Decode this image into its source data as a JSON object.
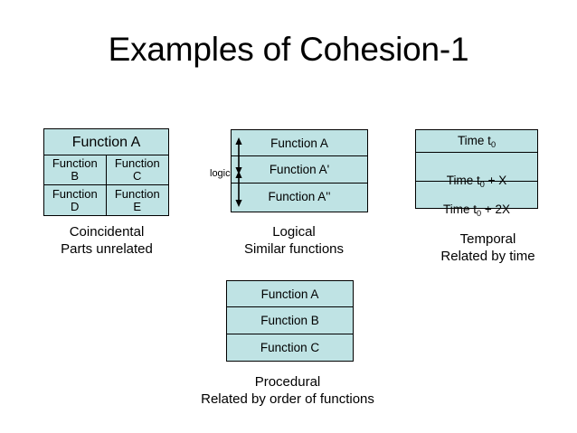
{
  "slide": {
    "title": "Examples of Cohesion-1",
    "background_color": "#ffffff",
    "box_fill_color": "#bfe3e4",
    "box_border_color": "#000000",
    "text_color": "#000000"
  },
  "diagrams": [
    {
      "id": "coincidental",
      "layout": "header-plus-2x2-grid",
      "header": "Function A",
      "cells": [
        [
          "Function\nB",
          "Function\nC"
        ],
        [
          "Function\nD",
          "Function\nE"
        ]
      ],
      "caption_title": "Coincidental",
      "caption_subtitle": "Parts unrelated",
      "caption": "Coincidental\nParts unrelated"
    },
    {
      "id": "logical",
      "layout": "stacked-rows-with-arrows",
      "rows": [
        "Function A",
        "Function A'",
        "Function A''"
      ],
      "annotation_label": "logic",
      "arrows": [
        "double-headed-vertical",
        "double-headed-vertical"
      ],
      "caption_title": "Logical",
      "caption_subtitle": "Similar functions",
      "caption": "Logical\nSimilar functions"
    },
    {
      "id": "temporal",
      "layout": "stacked-rows",
      "rows_html": [
        "Time t<sub>0</sub>",
        "Time t<sub>0</sub> + X",
        "Time t<sub>0</sub> + 2X"
      ],
      "rows_text": [
        "Time t0",
        "Time t0 + X",
        "Time t0 + 2X"
      ],
      "caption_title": "Temporal",
      "caption_subtitle": "Related by time",
      "caption": "Temporal\nRelated by time"
    },
    {
      "id": "procedural",
      "layout": "stacked-rows",
      "rows": [
        "Function A",
        "Function B",
        "Function C"
      ],
      "caption_title": "Procedural",
      "caption_subtitle": "Related by order of functions",
      "caption": "Procedural\nRelated by order of functions"
    }
  ]
}
